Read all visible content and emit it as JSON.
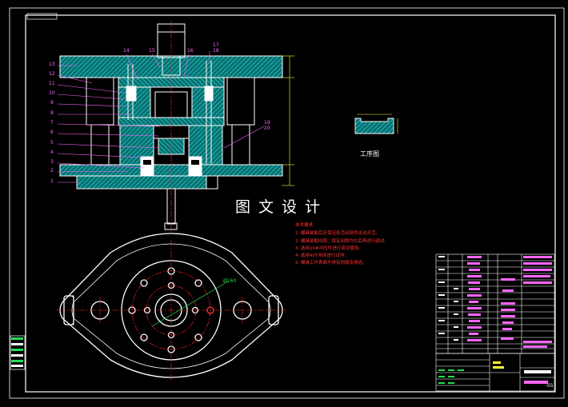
{
  "drawing": {
    "title": "图文设计",
    "process_view_label": "工序图",
    "page_number": "-01"
  },
  "part_labels_left": [
    "13",
    "12",
    "11",
    "10",
    "9",
    "8",
    "7",
    "6",
    "5",
    "4",
    "3",
    "2",
    "1"
  ],
  "part_labels_top": [
    "14",
    "15",
    "16",
    "17",
    "18"
  ],
  "part_labels_right": [
    "19",
    "20"
  ],
  "bottom_view": {
    "dimension_label": "Ø160"
  },
  "tech_notes": {
    "heading": "技术要求:",
    "items": [
      "1.  模具装配后应保证各活动部件运动灵活;",
      "2.  模具装配间隙、保证间隙均匀后再进行调试;",
      "3.  选用10#冲压件进行调试使用;",
      "4.  选用40T冲床进行试冲;",
      "5.  模具工作表面不得有划痕及锈迹。"
    ]
  },
  "colors": {
    "background": "#000000",
    "outline": "#ffffff",
    "hatch": "#00c8c8",
    "annotation": "#ff66ff",
    "center_line": "#ff2222",
    "dimension": "#ffff33"
  }
}
